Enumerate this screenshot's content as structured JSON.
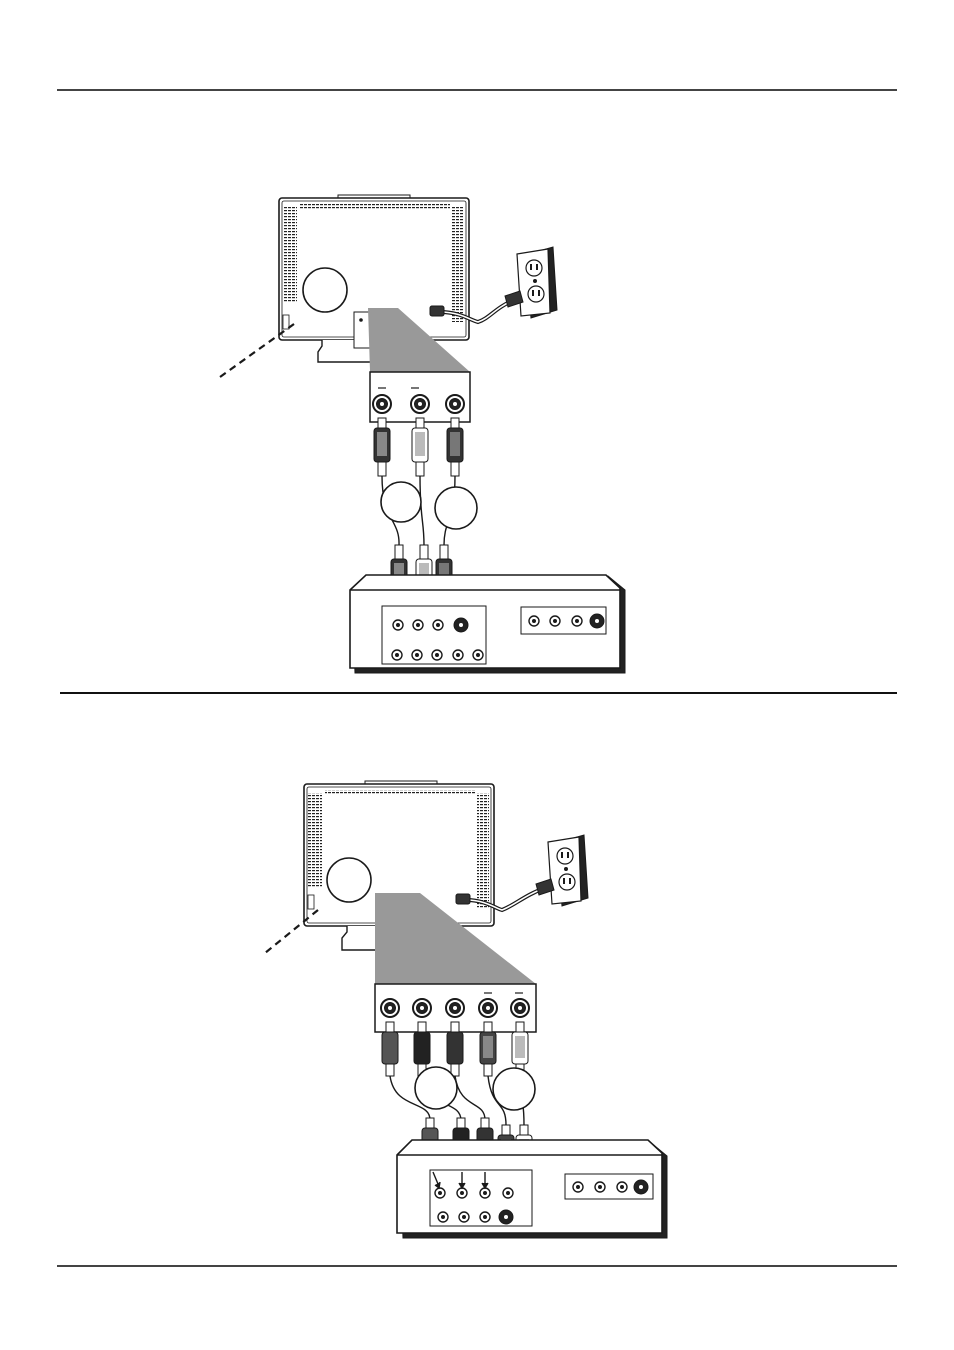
{
  "page": {
    "dividers": [
      "top-rule",
      "middle-rule",
      "bottom-rule"
    ]
  },
  "diagram_1": {
    "panel_jacks": 3,
    "cable_groups": 2,
    "receiver_top_row_jacks": 4,
    "receiver_bottom_row_jacks": 5,
    "receiver_right_panel_jacks": 4
  },
  "diagram_2": {
    "panel_jacks": 5,
    "cable_groups": 2,
    "receiver_top_row_jacks": 4,
    "receiver_bottom_row_jacks": 4,
    "receiver_right_panel_jacks": 4
  },
  "colors": {
    "line": "#1a1a1a",
    "shade": "#999999",
    "rule": "#444444"
  }
}
